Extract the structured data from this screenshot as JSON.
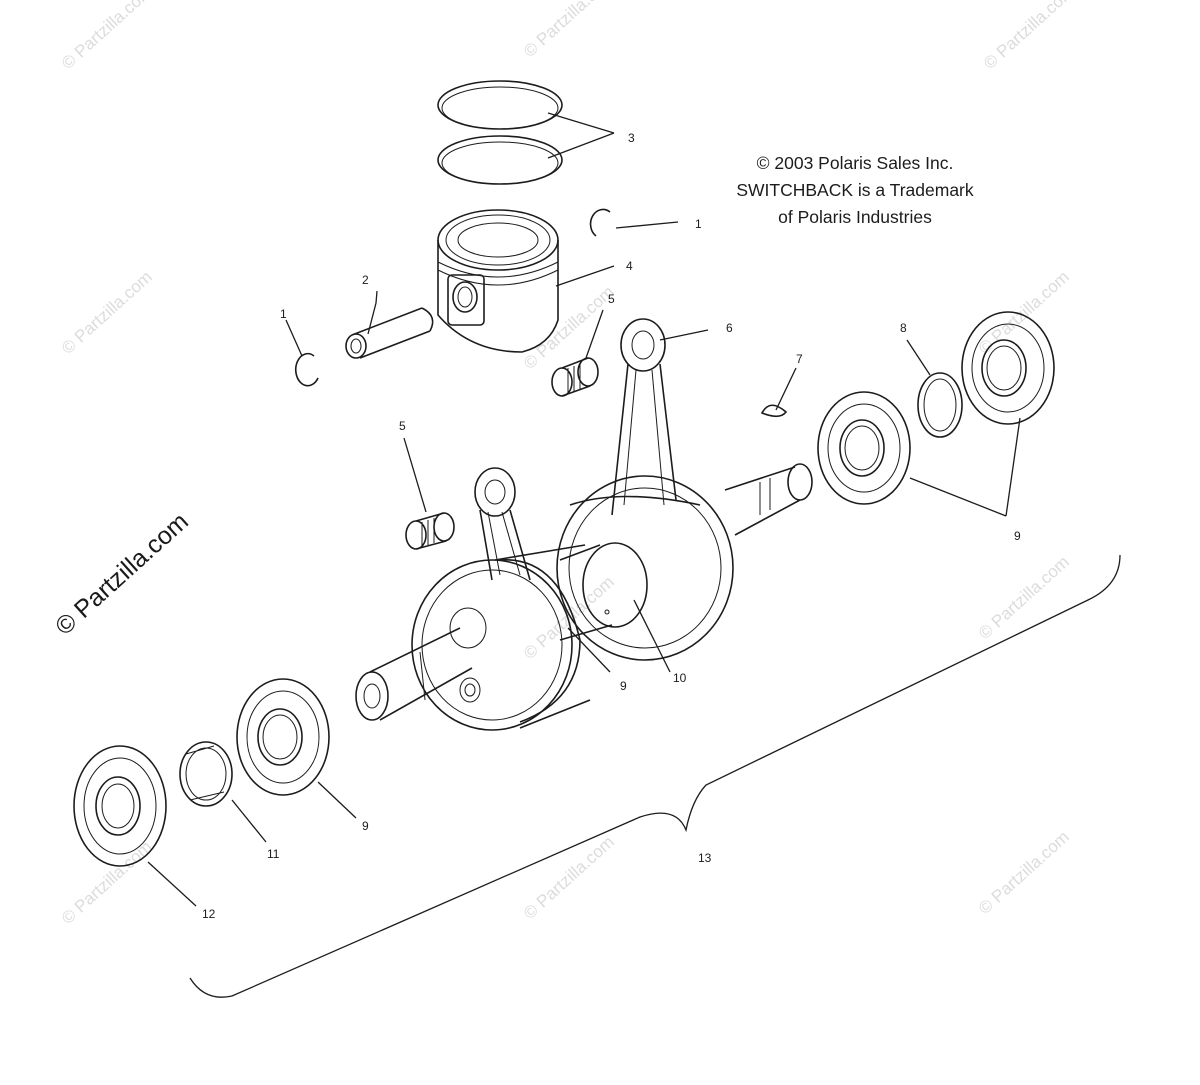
{
  "diagram": {
    "copyright_lines": [
      "© 2003 Polaris Sales Inc.",
      "SWITCHBACK is a Trademark",
      "of Polaris Industries"
    ],
    "watermark_small": "© Partzilla.com",
    "watermark_large": "© Partzilla.com",
    "callouts": {
      "c1a": "1",
      "c1b": "1",
      "c2": "2",
      "c3": "3",
      "c4": "4",
      "c5a": "5",
      "c5b": "5",
      "c6": "6",
      "c7": "7",
      "c8": "8",
      "c9a": "9",
      "c9b": "9",
      "c9c": "9",
      "c10": "10",
      "c11": "11",
      "c12": "12",
      "c13": "13"
    },
    "colors": {
      "line": "#1c1c1c",
      "watermark": "#dcdcdc",
      "background": "#ffffff"
    }
  }
}
